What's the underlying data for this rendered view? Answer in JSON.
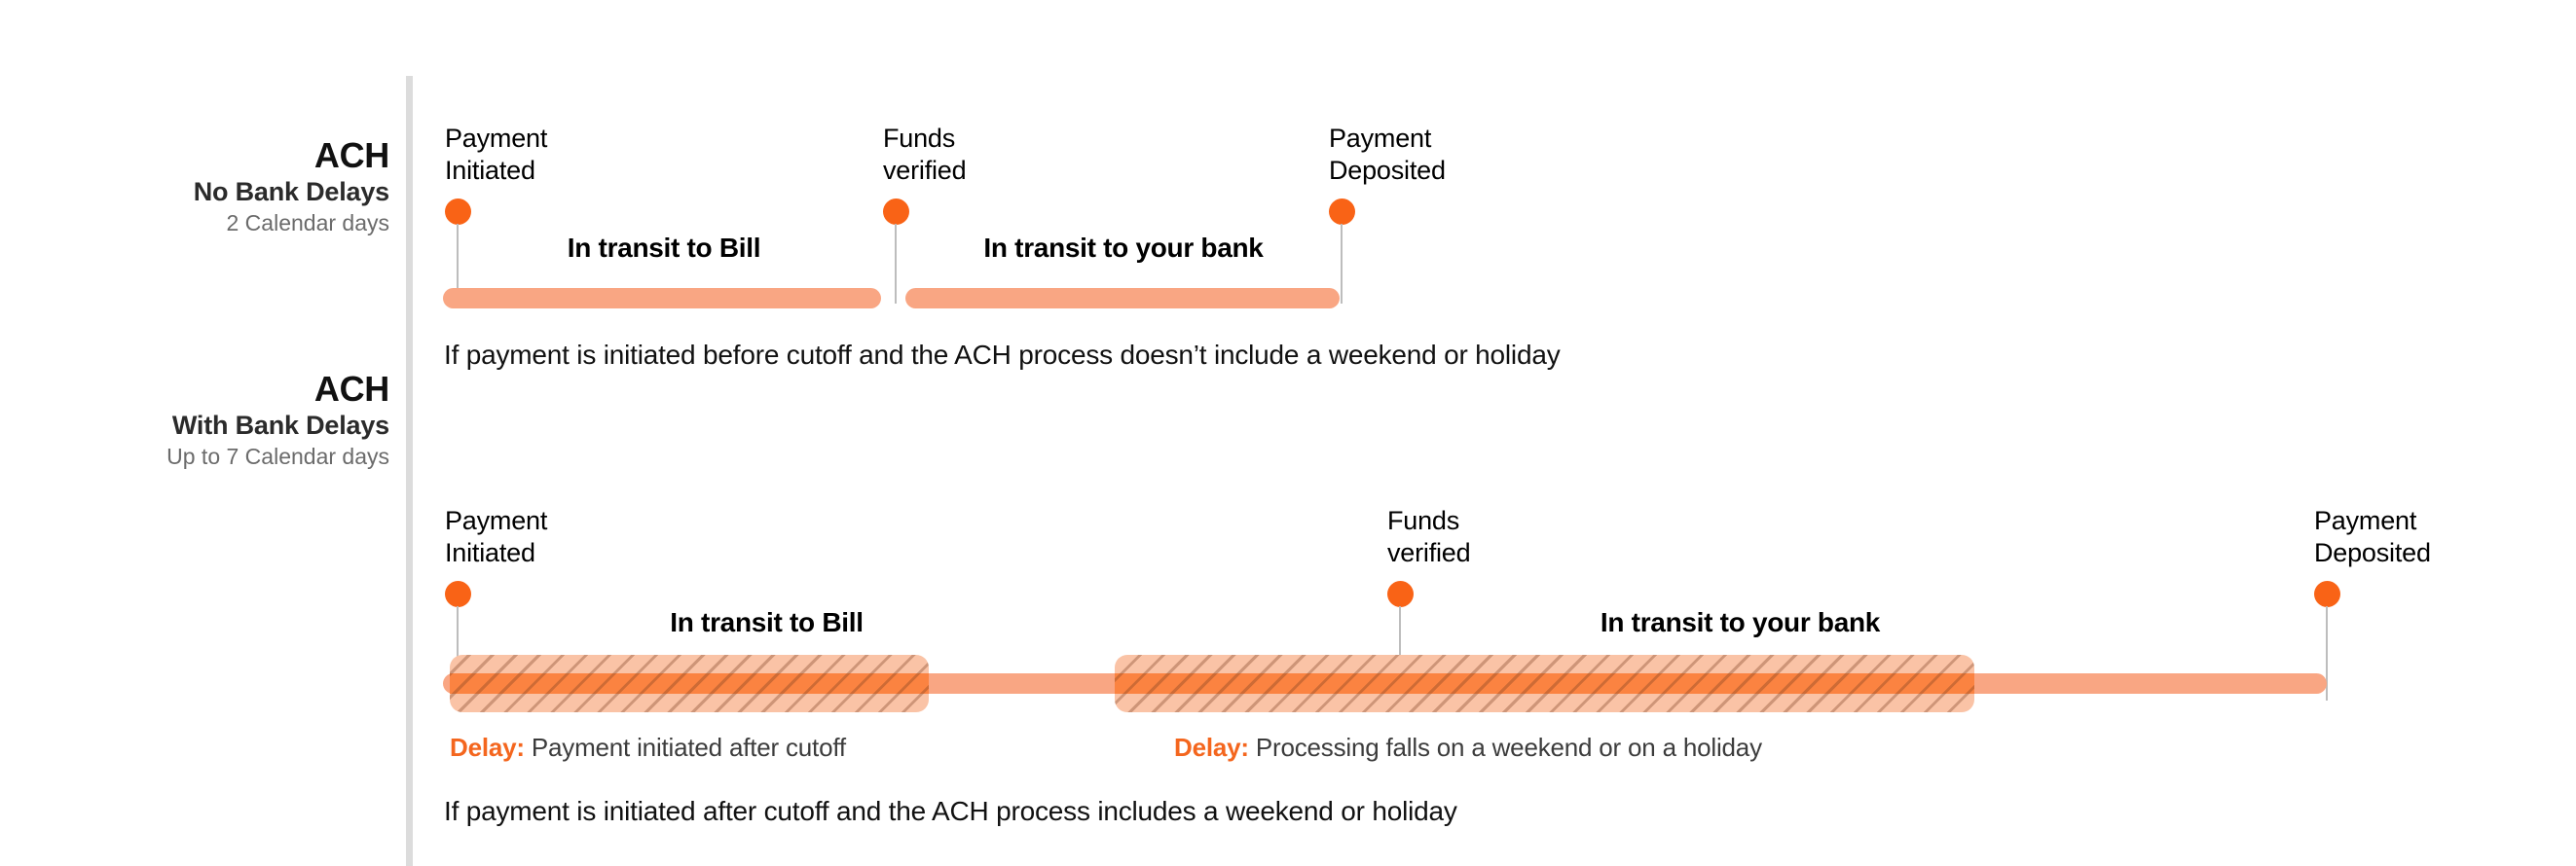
{
  "diagram": {
    "title": "ACH payment timeline",
    "colors": {
      "dot": "#f96316",
      "bar": "#f9a683",
      "delay_block_bg": "#fac3a6",
      "delay_band": "#fb8341",
      "delay_key": "#f4661e",
      "divider": "#dcdcdc",
      "stem": "#bdbdbd"
    },
    "rows": [
      {
        "id": "ach-no-bank-delays",
        "label": {
          "title": "ACH",
          "subtitle": "No Bank Delays",
          "duration": "2 Calendar days"
        },
        "milestones": [
          {
            "id": "payment-initiated",
            "text": "Payment\nInitiated"
          },
          {
            "id": "funds-verified",
            "text": "Funds\nverified"
          },
          {
            "id": "payment-deposited",
            "text": "Payment\nDeposited"
          }
        ],
        "segments": [
          {
            "id": "in-transit-to-bill",
            "label": "In transit to Bill"
          },
          {
            "id": "in-transit-to-your-bank",
            "label": "In transit to your bank"
          }
        ],
        "delays": [],
        "footnote": "If payment is initiated before cutoff and the ACH process doesn’t include a weekend or holiday"
      },
      {
        "id": "ach-with-bank-delays",
        "label": {
          "title": "ACH",
          "subtitle": "With Bank Delays",
          "duration": "Up to 7 Calendar days"
        },
        "milestones": [
          {
            "id": "payment-initiated",
            "text": "Payment\nInitiated"
          },
          {
            "id": "funds-verified",
            "text": "Funds\nverified"
          },
          {
            "id": "payment-deposited",
            "text": "Payment\nDeposited"
          }
        ],
        "segments": [
          {
            "id": "in-transit-to-bill",
            "label": "In transit to Bill"
          },
          {
            "id": "in-transit-to-your-bank",
            "label": "In transit to your bank"
          }
        ],
        "delays": [
          {
            "id": "delay-after-cutoff",
            "key": "Delay:",
            "value": "Payment initiated after cutoff"
          },
          {
            "id": "delay-weekend-holiday",
            "key": "Delay:",
            "value": "Processing falls on a weekend or on a holiday"
          }
        ],
        "footnote": "If payment is initiated after cutoff and the ACH process includes a weekend or holiday"
      }
    ]
  }
}
